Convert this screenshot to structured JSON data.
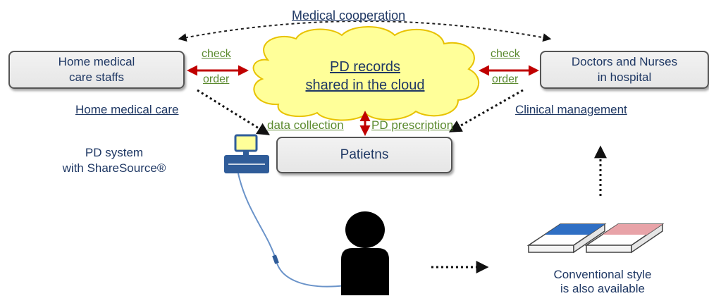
{
  "title": "Medical cooperation",
  "home_staff": {
    "line1": "Home medical",
    "line2": "care staffs"
  },
  "doctors": {
    "line1": "Doctors and Nurses",
    "line2": "in hospital"
  },
  "cloud": {
    "line1": "PD records",
    "line2": "shared in the cloud"
  },
  "patients": "Patietns",
  "left_check": "check",
  "left_order": "order",
  "right_check": "check",
  "right_order": "order",
  "home_medical_care": "Home medical care",
  "clinical_management": "Clinical management",
  "data_collection": "data collection",
  "pd_prescription": "PD prescription",
  "pd_system": {
    "line1": "PD system",
    "line2": "with ShareSource®"
  },
  "conventional": {
    "line1": "Conventional style",
    "line2": "is also available"
  },
  "colors": {
    "accent_red": "#c00000",
    "text_navy": "#1f3864",
    "label_green": "#5b8a2f",
    "cloud_fill": "#ffff99",
    "device_blue": "#2f5c99",
    "tube_blue": "#6a93c9",
    "pink_record": "#e8a3a8"
  }
}
